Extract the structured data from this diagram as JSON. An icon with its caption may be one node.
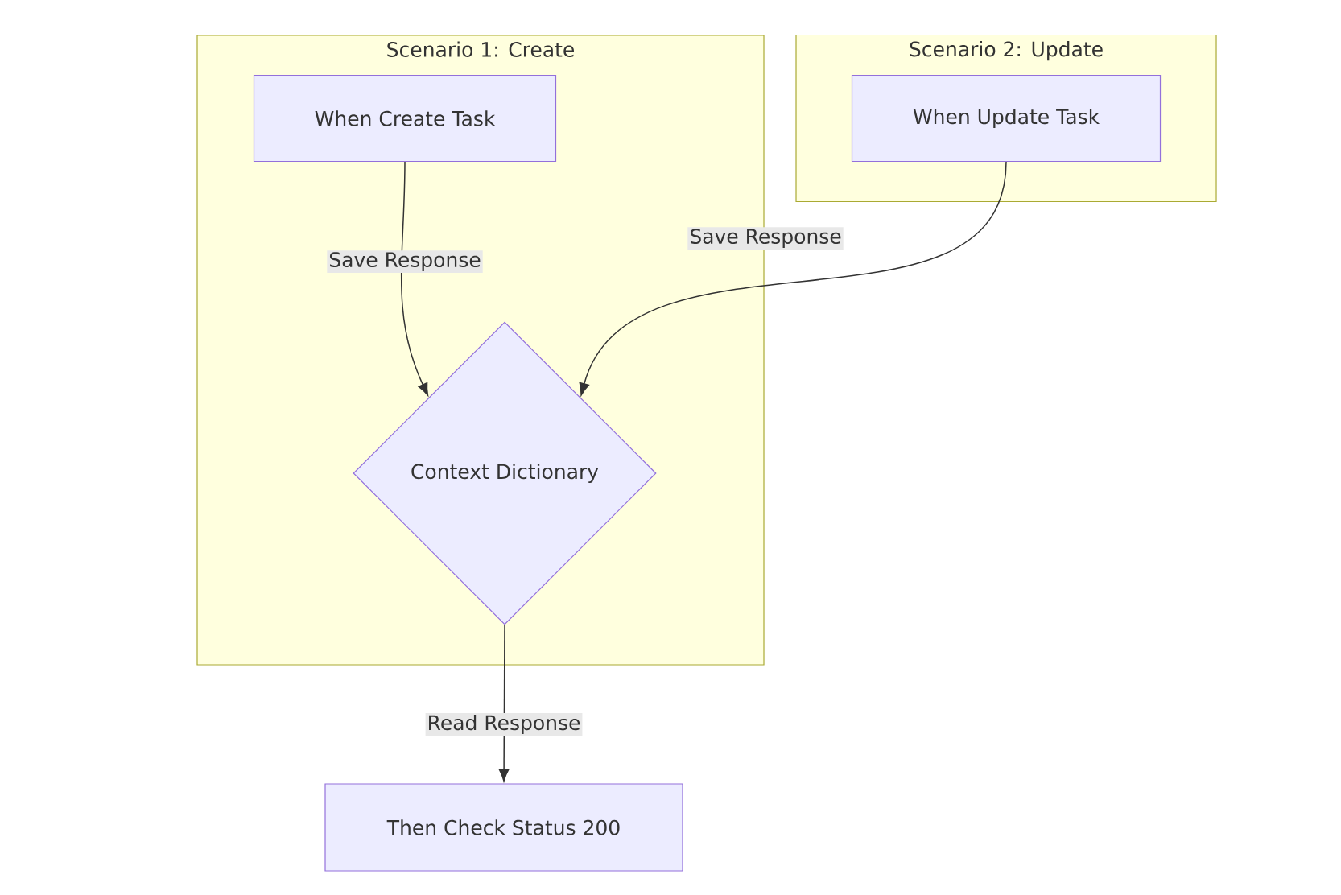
{
  "diagram": {
    "nodes": [
      {
        "text": [
          "Scenario 1: Create"
        ]
      },
      {
        "text": [
          "When Create Task"
        ],
        "in": 0
      },
      {
        "text": [
          "Context Dictionary"
        ],
        "in": 0
      },
      {
        "text": [
          "Scenario 2: Update"
        ]
      },
      {
        "text": [
          "When Update Task"
        ],
        "in": 3
      },
      {
        "text": [
          "Then Check Status 200"
        ]
      }
    ],
    "edges": [
      {
        "from": 1,
        "to": 2,
        "arrow": "to",
        "label": "Save Response"
      },
      {
        "from": 4,
        "to": 2,
        "arrow": "to",
        "label": "Save Response"
      },
      {
        "from": 2,
        "to": 5,
        "arrow": "to",
        "label": "Read Response"
      }
    ]
  }
}
